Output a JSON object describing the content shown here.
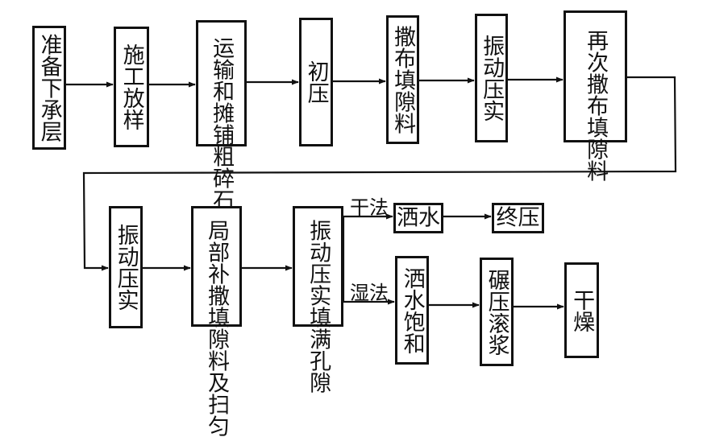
{
  "flow": {
    "row1": [
      {
        "label": "准备下承层"
      },
      {
        "label": "施工放样"
      },
      {
        "label": "运输和摊铺粗碎石"
      },
      {
        "label": "初压"
      },
      {
        "label": "撒布填隙料"
      },
      {
        "label": "振动压实"
      },
      {
        "label": "再次撒布填隙料"
      }
    ],
    "row2": [
      {
        "label": "振动压实"
      },
      {
        "label": "局部补撒填隙料及扫匀"
      },
      {
        "label": "振动压实填满孔隙"
      }
    ],
    "dry": {
      "method": "干法",
      "steps": [
        {
          "label": "洒水"
        },
        {
          "label": "终压"
        }
      ]
    },
    "wet": {
      "method": "湿法",
      "steps": [
        {
          "label": "洒水饱和"
        },
        {
          "label": "碾压滚浆"
        },
        {
          "label": "干燥"
        }
      ]
    }
  }
}
